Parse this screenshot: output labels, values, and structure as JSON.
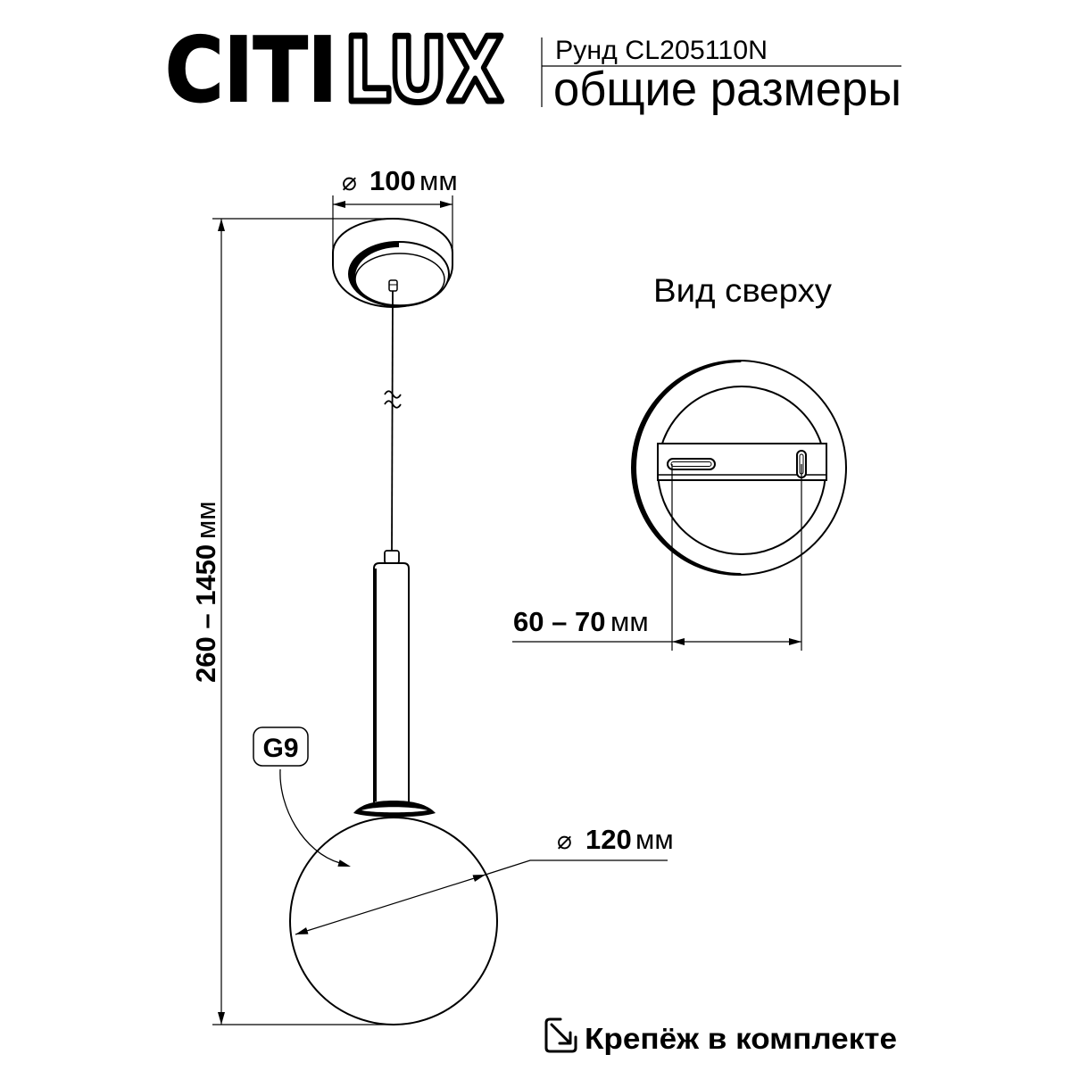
{
  "header": {
    "brand": {
      "solid": "CITI",
      "outline": "LUX"
    },
    "model": "Рунд CL205110N",
    "subtitle": "общие размеры"
  },
  "front_view": {
    "canopy_diameter": {
      "symbol": "⌀",
      "value": "100",
      "unit": "мм"
    },
    "overall_height": {
      "value": "260 – 1450",
      "unit": "мм"
    },
    "shade_diameter": {
      "symbol": "⌀",
      "value": "120",
      "unit": "мм"
    },
    "lamp_socket": "G9"
  },
  "top_view": {
    "title": "Вид сверху",
    "mount_hole_spacing": {
      "value": "60 – 70",
      "unit": "мм"
    }
  },
  "footer": {
    "kit_note": "Крепёж в комплекте",
    "kit_icon": "box-arrow-in-icon"
  },
  "colors": {
    "ink": "#000000",
    "paper": "#ffffff"
  }
}
